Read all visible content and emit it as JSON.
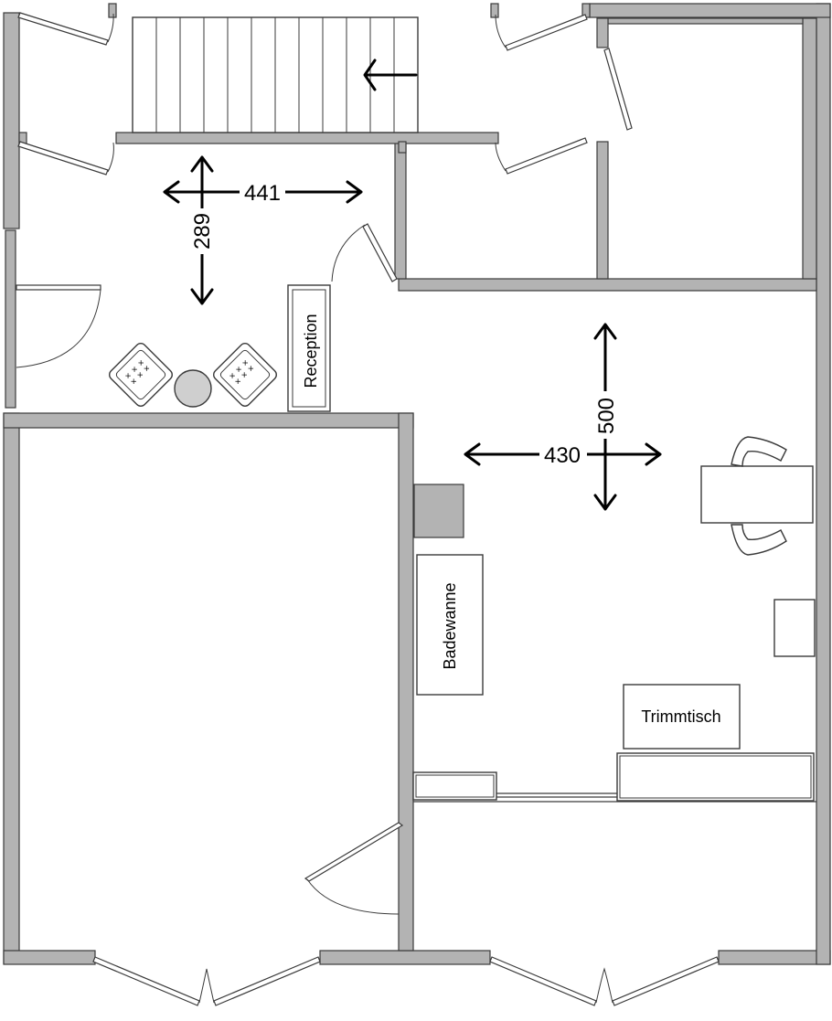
{
  "dimensions": {
    "hall_width": "441",
    "hall_depth": "289",
    "room_width": "430",
    "room_depth": "500"
  },
  "labels": {
    "reception": "Reception",
    "bathtub": "Badewanne",
    "trim_table": "Trimmtisch"
  },
  "colors": {
    "wall": "#b3b3b3",
    "outline": "#3a3a3a",
    "fixture": "#b3b3b3"
  }
}
